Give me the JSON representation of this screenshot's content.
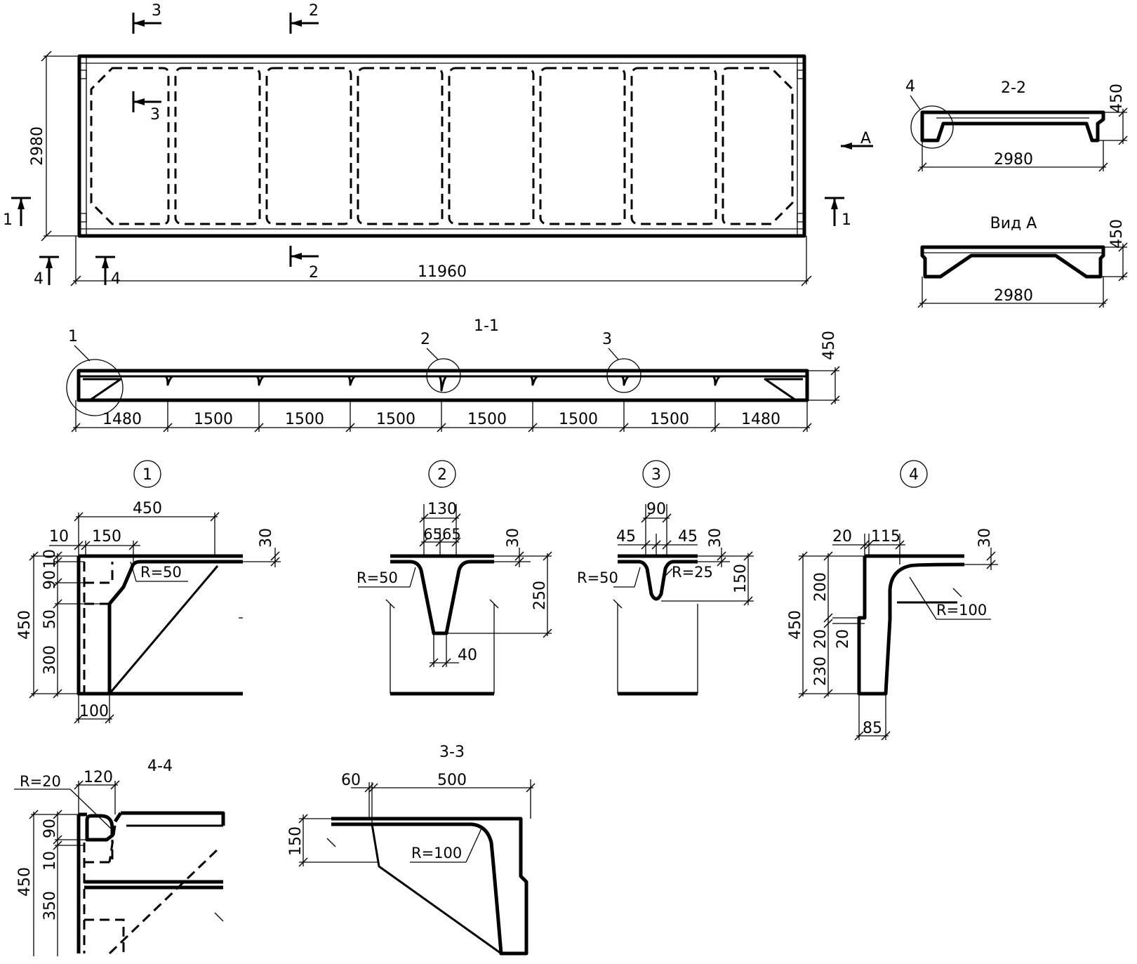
{
  "plan": {
    "overall_length": "11960",
    "overall_width": "2980",
    "view_arrow": "А",
    "cut_marks": {
      "s1": "1",
      "s2": "2",
      "s3": "3",
      "s4": "4"
    }
  },
  "section_1_1": {
    "title": "1-1",
    "height": "450",
    "callouts": [
      "1",
      "2",
      "3"
    ],
    "spans": [
      "1480",
      "1500",
      "1500",
      "1500",
      "1500",
      "1500",
      "1500",
      "1480"
    ]
  },
  "section_2_2": {
    "title": "2-2",
    "callout": "4",
    "height": "450",
    "width": "2980"
  },
  "view_a": {
    "title": "Вид А",
    "height": "450",
    "width": "2980"
  },
  "detail_1": {
    "title": "1",
    "dims": {
      "top": "450",
      "d10": "10",
      "d150": "150",
      "d30": "30",
      "radius": "R=50",
      "total": "450",
      "v10": "10",
      "v90": "90",
      "v50": "50",
      "v300": "300",
      "bottom": "100"
    }
  },
  "detail_2": {
    "title": "2",
    "dims": {
      "top": "130",
      "d6565": "6565",
      "d30": "30",
      "radius": "R=50",
      "depth": "250",
      "bottom": "40"
    }
  },
  "detail_3": {
    "title": "3",
    "dims": {
      "top": "90",
      "left": "45",
      "right": "45",
      "d30": "30",
      "radius_outer": "R=50",
      "radius_inner": "R=25",
      "depth": "150"
    }
  },
  "detail_4": {
    "title": "4",
    "dims": {
      "d20": "20",
      "d115": "115",
      "d30": "30",
      "v200": "200",
      "total": "450",
      "v20": "20",
      "v230": "230",
      "v20b": "20",
      "radius": "R=100",
      "bottom": "85"
    }
  },
  "section_4_4": {
    "title": "4-4",
    "dims": {
      "radius": "R=20",
      "width": "120",
      "v90": "90",
      "total": "450",
      "v10": "10",
      "v350": "350"
    }
  },
  "section_3_3": {
    "title": "3-3",
    "dims": {
      "d60": "60",
      "d500": "500",
      "v150": "150",
      "radius": "R=100"
    }
  }
}
